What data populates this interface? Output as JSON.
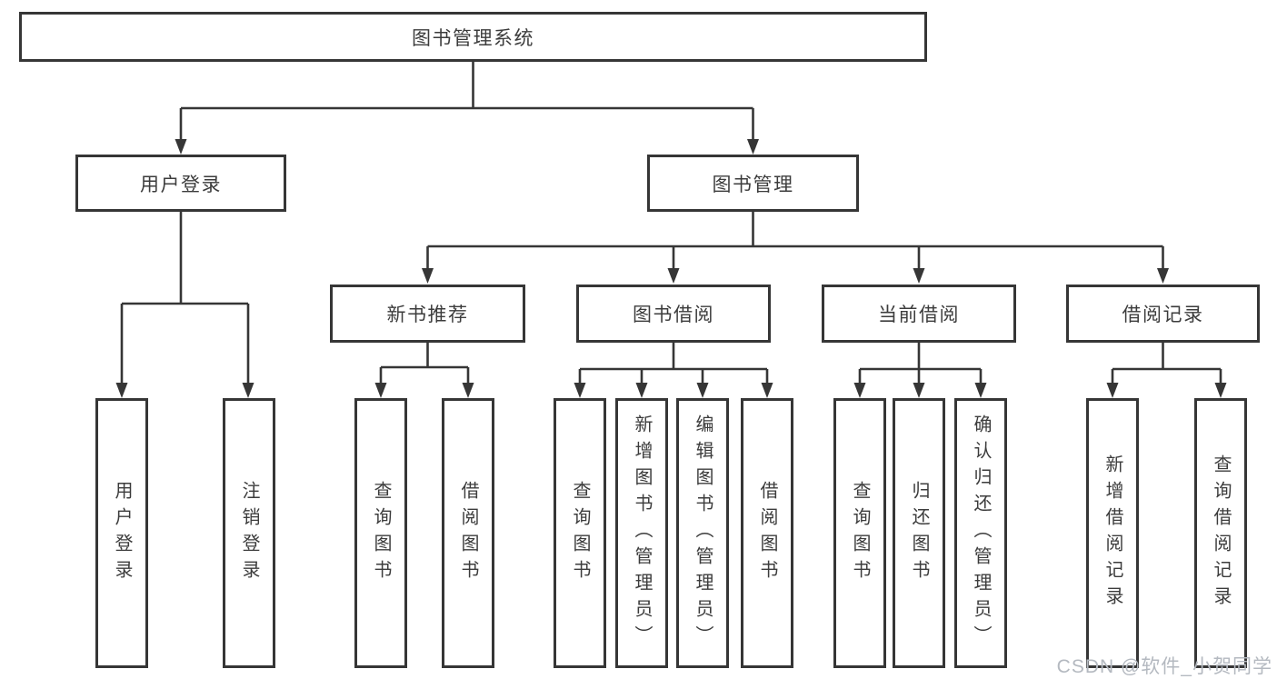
{
  "diagram": {
    "root": {
      "label": "图书管理系统"
    },
    "children": [
      {
        "label": "用户登录",
        "children": [
          {
            "label": "用户登录"
          },
          {
            "label": "注销登录"
          }
        ]
      },
      {
        "label": "图书管理",
        "children": [
          {
            "label": "新书推荐",
            "children": [
              {
                "label": "查询图书"
              },
              {
                "label": "借阅图书"
              }
            ]
          },
          {
            "label": "图书借阅",
            "children": [
              {
                "label": "查询图书"
              },
              {
                "label": "新增图书（管理员）"
              },
              {
                "label": "编辑图书（管理员）"
              },
              {
                "label": "借阅图书"
              }
            ]
          },
          {
            "label": "当前借阅",
            "children": [
              {
                "label": "查询图书"
              },
              {
                "label": "归还图书"
              },
              {
                "label": "确认归还（管理员）"
              }
            ]
          },
          {
            "label": "借阅记录",
            "children": [
              {
                "label": "新增借阅记录"
              },
              {
                "label": "查询借阅记录"
              }
            ]
          }
        ]
      }
    ]
  },
  "watermark": {
    "text": "CSDN @软件_小贺同学"
  },
  "colors": {
    "line": "#363636",
    "text": "#3c3c3c",
    "watermark": "#b4b9c0",
    "background": "#ffffff"
  }
}
